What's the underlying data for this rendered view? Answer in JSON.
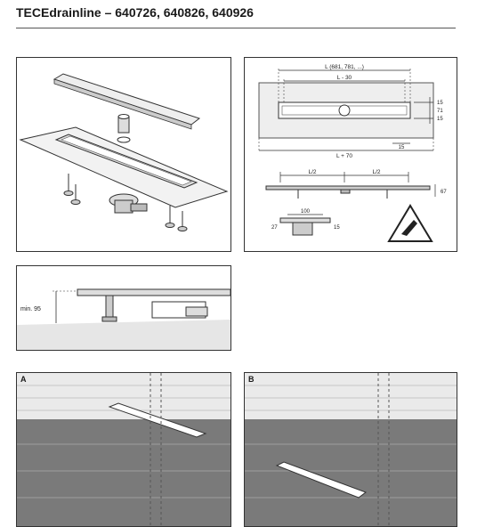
{
  "title": "TECEdrainline – 640726, 640826, 640926",
  "dims": {
    "length": "L (681, 781, ...)",
    "l_minus": "L - 30",
    "l_plus": "L + 70",
    "d15a": "15",
    "d71": "71",
    "d15b": "15",
    "d15c": "15",
    "half_left": "L/2",
    "half_right": "L/2",
    "d67": "67",
    "d100": "100",
    "d27": "27",
    "d15d": "15"
  },
  "section": {
    "min_height": "min. 95"
  },
  "scenes": {
    "a": "A",
    "b": "B"
  }
}
